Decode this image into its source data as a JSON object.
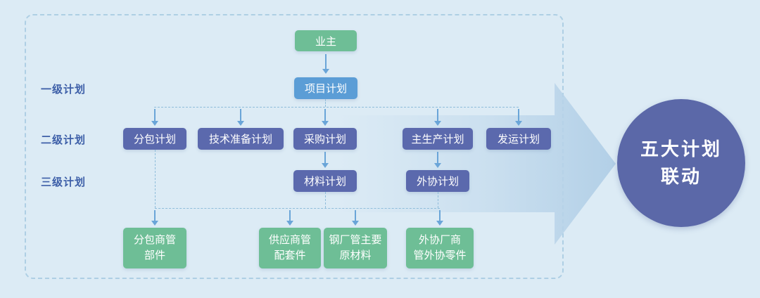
{
  "row_labels": {
    "level1": "一级计划",
    "level2": "二级计划",
    "level3": "三级计划"
  },
  "top": {
    "owner": "业主",
    "project_plan": "项目计划"
  },
  "level2": [
    "分包计划",
    "技术准备计划",
    "采购计划",
    "主生产计划",
    "发运计划"
  ],
  "level3": [
    "材料计划",
    "外协计划"
  ],
  "bottom": [
    "分包商管\n部件",
    "供应商管\n配套件",
    "钢厂管主要\n原材料",
    "外协厂商\n管外协零件"
  ],
  "circle": {
    "text": "五大计划\n联动"
  },
  "colors": {
    "background": "#dcebf5",
    "green_box": "#6ebe96",
    "blue_box": "#5b9dd6",
    "indigo_box": "#5b69ad",
    "circle": "#5b68a8",
    "arrow": "#6aa5d8",
    "dashed_line": "#8fbddb",
    "label_text": "#3d5fa8"
  }
}
